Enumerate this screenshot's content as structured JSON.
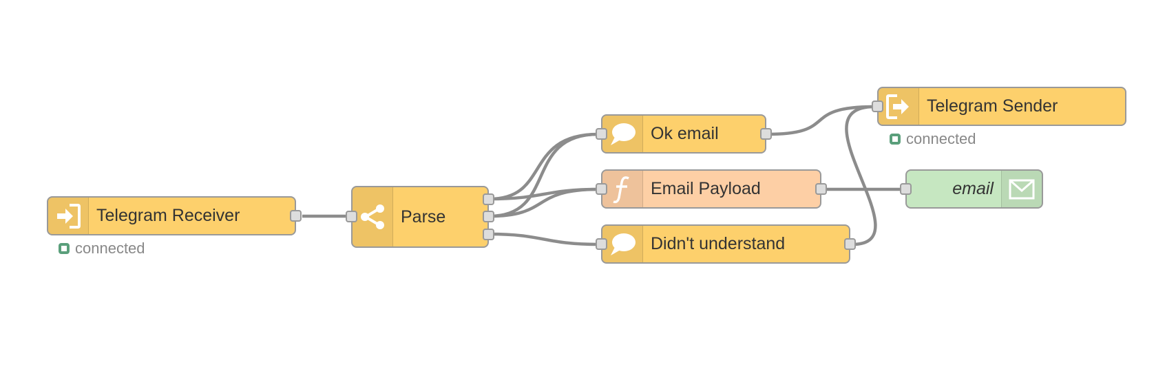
{
  "flow": {
    "nodes": {
      "telegram_receiver": {
        "label": "Telegram Receiver",
        "icon": "arrow-in-icon",
        "status": "connected"
      },
      "parse": {
        "label": "Parse",
        "icon": "share-icon"
      },
      "ok_email": {
        "label": "Ok email",
        "icon": "speech-bubble-icon"
      },
      "email_payload": {
        "label": "Email Payload",
        "icon": "function-icon"
      },
      "didnt_understand": {
        "label": "Didn't understand",
        "icon": "speech-bubble-icon"
      },
      "telegram_sender": {
        "label": "Telegram Sender",
        "icon": "arrow-out-icon",
        "status": "connected"
      },
      "email": {
        "label": "email",
        "icon": "envelope-icon"
      }
    },
    "colors": {
      "telegram_node": "#fdd06c",
      "function_node": "#fdcfa5",
      "email_node": "#c6e7c1",
      "wire": "#8c8c8c",
      "status_connected": "#5a9f7b"
    }
  }
}
